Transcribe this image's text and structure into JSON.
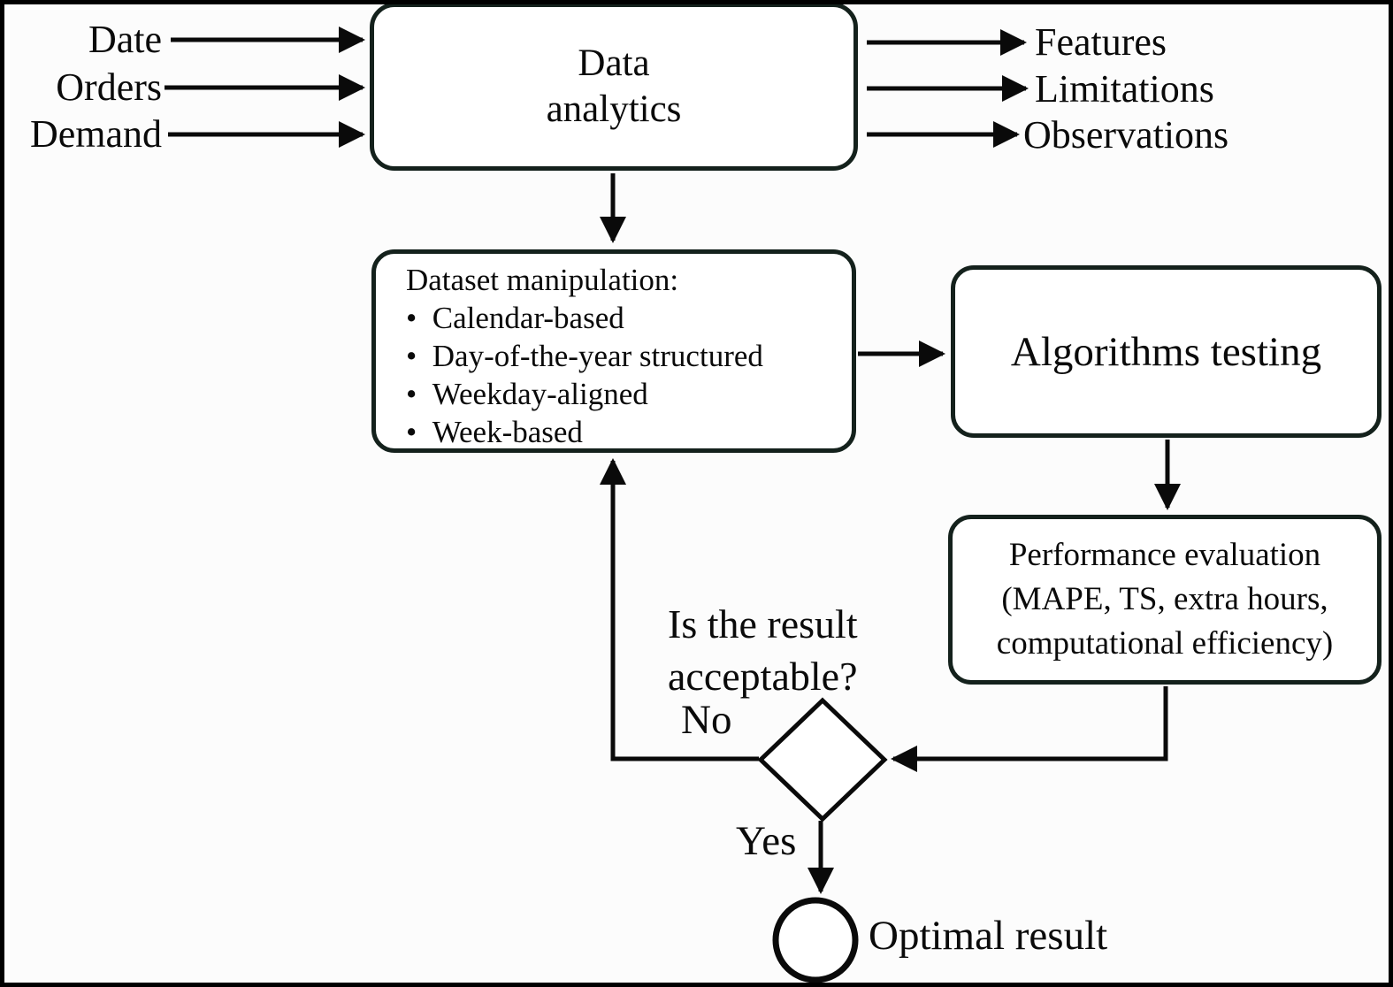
{
  "colors": {
    "line": "#0a0a0a",
    "node_border": "#14211c",
    "node_fill": "#ffffff",
    "background": "#fcfcfc"
  },
  "inputs": {
    "items": [
      {
        "label": "Date"
      },
      {
        "label": "Orders"
      },
      {
        "label": "Demand"
      }
    ]
  },
  "outputs": {
    "items": [
      {
        "label": "Features"
      },
      {
        "label": "Limitations"
      },
      {
        "label": "Observations"
      }
    ]
  },
  "nodes": {
    "analytics": {
      "line1": "Data",
      "line2": "analytics"
    },
    "dataset": {
      "title": "Dataset manipulation:",
      "items": [
        "Calendar-based",
        "Day-of-the-year structured",
        "Weekday-aligned",
        "Week-based"
      ]
    },
    "algorithms": {
      "label": "Algorithms testing"
    },
    "performance": {
      "line1": "Performance evaluation",
      "line2": "(MAPE, TS, extra hours,",
      "line3": "computational efficiency)"
    },
    "decision": {
      "question_line1": "Is the result",
      "question_line2": "acceptable?",
      "no_label": "No",
      "yes_label": "Yes"
    },
    "result": {
      "label": "Optimal result"
    }
  }
}
